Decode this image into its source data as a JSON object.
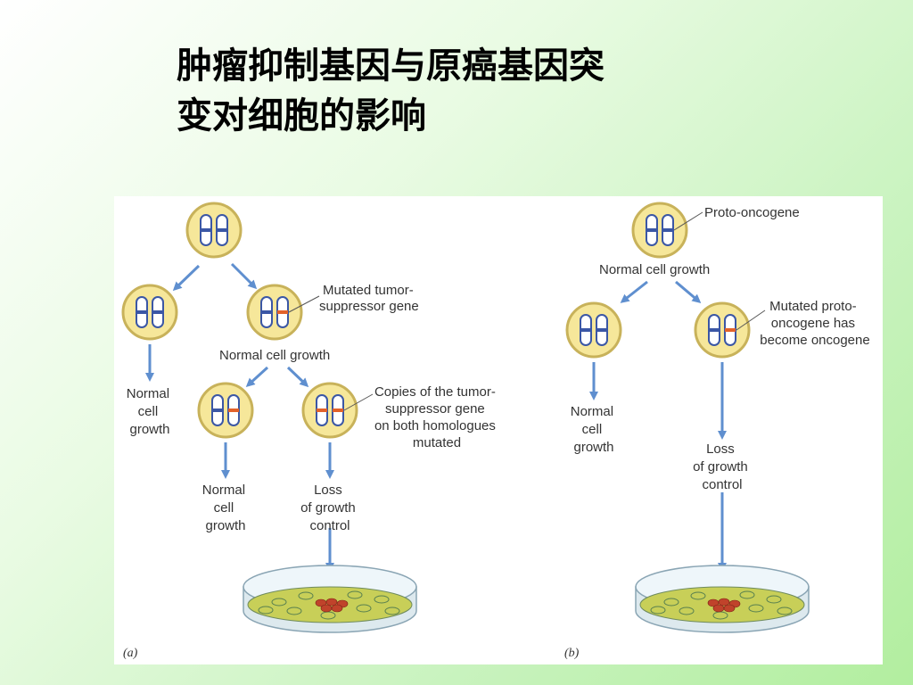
{
  "slide": {
    "title_line1": "肿瘤抑制基因与原癌基因突",
    "title_line2": "变对细胞的影响"
  },
  "panel_a": {
    "label": "(a)",
    "mutated_tumor_suppressor": [
      "Mutated tumor-",
      "suppressor gene"
    ],
    "normal_cell_growth": "Normal cell growth",
    "copies_mutated": [
      "Copies of the tumor-",
      "suppressor gene",
      "on both homologues",
      "mutated"
    ],
    "normal_growth_left": [
      "Normal",
      "cell",
      "growth"
    ],
    "normal_growth_mid": [
      "Normal",
      "cell",
      "growth"
    ],
    "loss_control": [
      "Loss",
      "of growth",
      "control"
    ]
  },
  "panel_b": {
    "label": "(b)",
    "proto_oncogene": "Proto-oncogene",
    "normal_cell_growth": "Normal cell growth",
    "mutated_proto": [
      "Mutated proto-",
      "oncogene has",
      "become oncogene"
    ],
    "normal_growth": [
      "Normal",
      "cell",
      "growth"
    ],
    "loss_control": [
      "Loss",
      "of growth",
      "control"
    ]
  },
  "colors": {
    "cell_fill": "#f6e79a",
    "cell_stroke": "#c8b25a",
    "chromosome_blue": "#3b57a5",
    "chromosome_orange": "#e2622a",
    "arrow": "#5f8fcf",
    "dish_cells": "#b9c84d",
    "tumor_cells": "#c0432b"
  }
}
